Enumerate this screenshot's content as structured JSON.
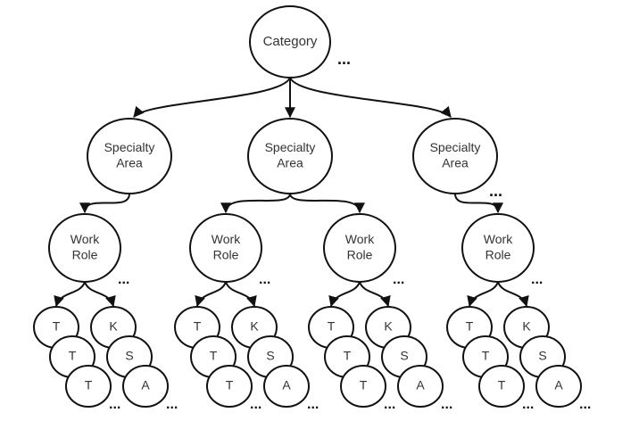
{
  "diagram": {
    "title": "Category hierarchy",
    "labels": {
      "category": "Category",
      "specialty_line1": "Specialty",
      "specialty_line2": "Area",
      "workrole_line1": "Work",
      "workrole_line2": "Role",
      "ellipsis": "..."
    },
    "root": {
      "label": "Category",
      "children": [
        {
          "label": "Specialty Area",
          "children": [
            {
              "label": "Work Role",
              "leaves_left": [
                "T",
                "T",
                "T"
              ],
              "leaves_right": [
                "K",
                "S",
                "A"
              ]
            }
          ]
        },
        {
          "label": "Specialty Area",
          "children": [
            {
              "label": "Work Role",
              "leaves_left": [
                "T",
                "T",
                "T"
              ],
              "leaves_right": [
                "K",
                "S",
                "A"
              ]
            },
            {
              "label": "Work Role",
              "leaves_left": [
                "T",
                "T",
                "T"
              ],
              "leaves_right": [
                "K",
                "S",
                "A"
              ]
            }
          ]
        },
        {
          "label": "Specialty Area",
          "children": [
            {
              "label": "Work Role",
              "leaves_left": [
                "T",
                "T",
                "T"
              ],
              "leaves_right": [
                "K",
                "S",
                "A"
              ]
            }
          ]
        }
      ]
    }
  }
}
